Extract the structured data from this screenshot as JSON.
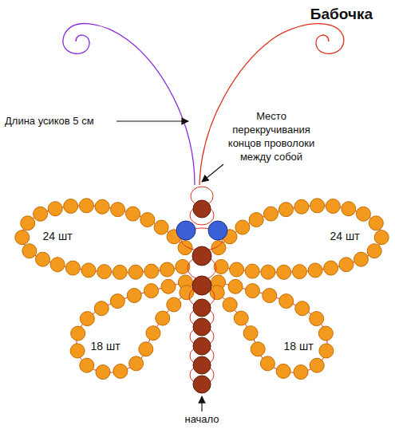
{
  "diagram": {
    "title": "Бабочка",
    "labels": [
      "Длина усиков 5 см",
      "Место перекручивания концов проволоки между собой",
      "24 шт",
      "24 шт",
      "18 шт",
      "18 шт",
      "начало"
    ]
  }
}
